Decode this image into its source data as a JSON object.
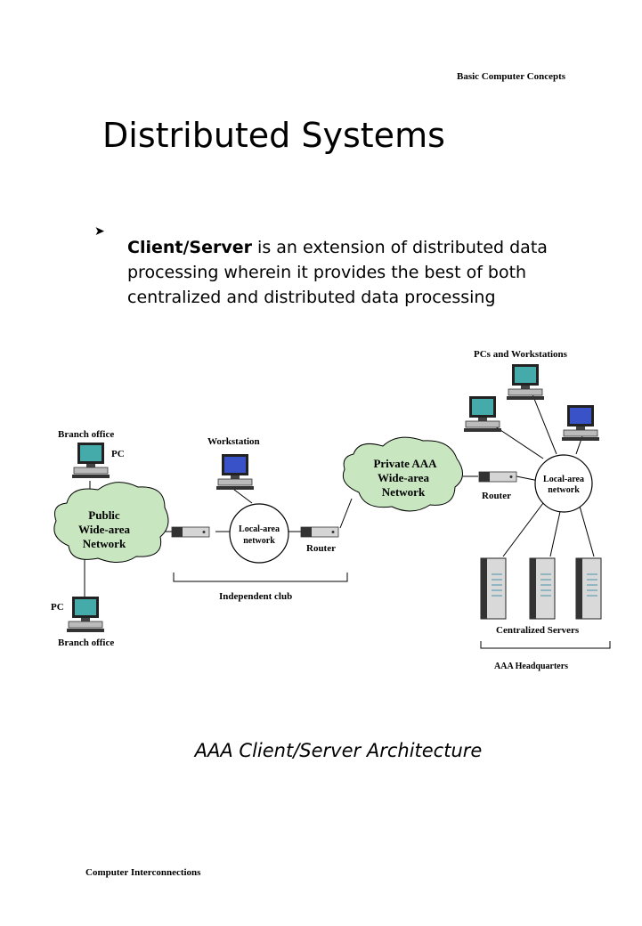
{
  "header": {
    "note": "Basic Computer Concepts"
  },
  "page": {
    "title": "Distributed Systems"
  },
  "bullet": {
    "lead": "Client/Server",
    "rest": " is an extension of distributed data processing wherein it provides the best of both centralized and distributed data processing"
  },
  "diagram": {
    "labels": {
      "branch_office_top": "Branch office",
      "pc_top": "PC",
      "public_wan_line1": "Public",
      "public_wan_line2": "Wide-area",
      "public_wan_line3": "Network",
      "pc_bottom": "PC",
      "branch_office_bottom": "Branch office",
      "workstation": "Workstation",
      "lan_left_line1": "Local-area",
      "lan_left_line2": "network",
      "router_mid": "Router",
      "independent_club": "Independent club",
      "private_wan_line1": "Private AAA",
      "private_wan_line2": "Wide-area",
      "private_wan_line3": "Network",
      "router_right": "Router",
      "lan_right_line1": "Local-area",
      "lan_right_line2": "network",
      "pcs_workstations": "PCs and Workstations",
      "centralized_servers": "Centralized Servers",
      "aaa_headquarters": "AAA Headquarters"
    },
    "colors": {
      "cloud": "#c8e6c0",
      "screen_teal": "#44aaaa",
      "screen_blue": "#3a52c8",
      "server": "#d9d9d9"
    }
  },
  "caption": "AAA Client/Server Architecture",
  "footer": {
    "note": "Computer Interconnections"
  }
}
